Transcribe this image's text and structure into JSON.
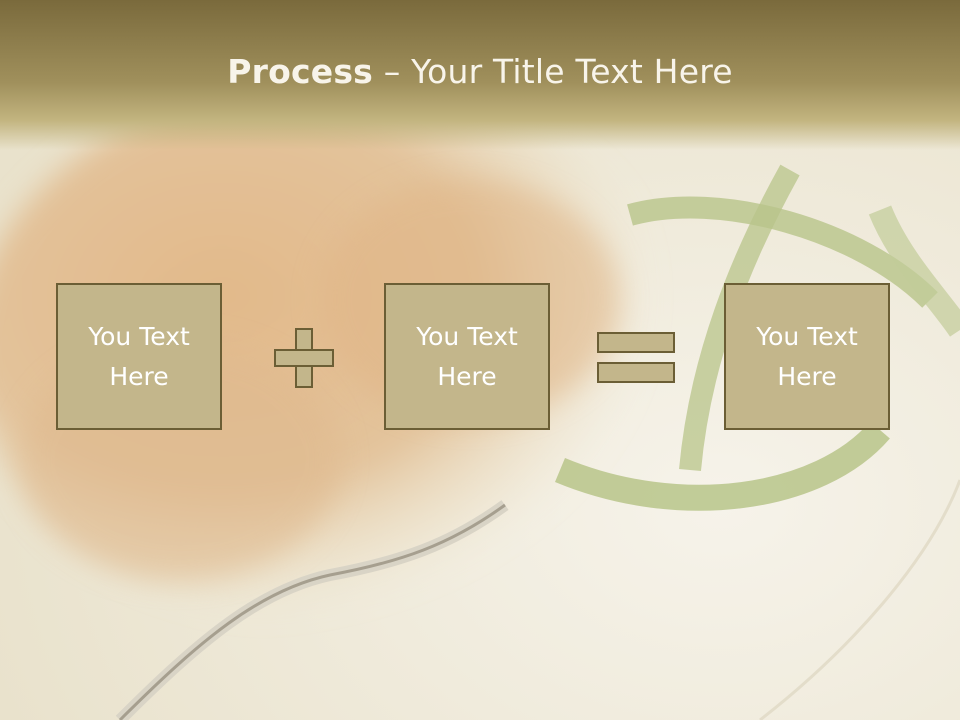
{
  "slide": {
    "title_bold": "Process",
    "title_rest": " – Your Title Text Here"
  },
  "boxes": [
    {
      "label": "You Text\nHere"
    },
    {
      "label": "You Text\nHere"
    },
    {
      "label": "You Text\nHere"
    }
  ],
  "operators": [
    "plus",
    "equals"
  ],
  "colors": {
    "header": "#8a7a48",
    "box_fill": "#c3b68b",
    "box_border": "#6b5e35",
    "text": "#ffffff"
  }
}
